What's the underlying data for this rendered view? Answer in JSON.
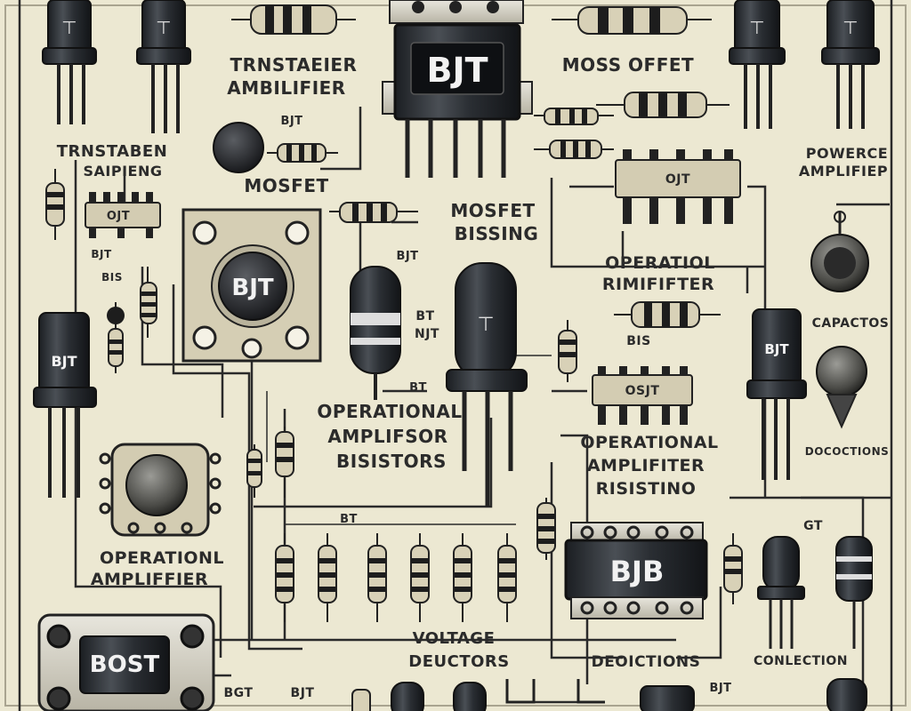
{
  "components": {
    "bjt_top": "BJT",
    "bjt_mid": "BJT",
    "bjt_left": "BJT",
    "bjb": "BJB",
    "bost": "BOST",
    "bjt_right": "BJT",
    "ic_mid_right": "OSJT",
    "ic_top_left": "OJT",
    "ic_top_right": "OJT"
  },
  "labels": {
    "l1": "TRNSTAEIER",
    "l2": "AMBILIFIER",
    "l3": "MOSS OFFET",
    "l4": "TRNSTABEN",
    "l5": "SAIPIENG",
    "l6": "MOSFET",
    "l7": "MOSFET",
    "l8": "BISSING",
    "l9": "POWERCE",
    "l10": "AMPLIFIEP",
    "l11": "OPERATIOL",
    "l12": "RIMIFIFTER",
    "l13": "CAPACTOS",
    "l14": "OPERATIONAL",
    "l15": "AMPLIFSOR",
    "l16": "BISISTORS",
    "l17": "OPERATIONAL",
    "l18": "AMPLIFITER",
    "l19": "RISISTINO",
    "l20": "OPERATIONL",
    "l21": "AMPLIFFIER",
    "l22": "VOLTAGE",
    "l23": "DEUCTORS",
    "l24": "DEOICTIONS",
    "l25": "DOCOCTIONS",
    "l26": "CONLECTION",
    "s1": "BJT",
    "s2": "BJT",
    "s3": "BJT",
    "s4": "BT",
    "s5": "NJT",
    "s6": "BT",
    "s7": "BIS",
    "s8": "BT",
    "s9": "BGT",
    "s10": "BJT",
    "s11": "GT",
    "s12": "BIS",
    "s13": "BJT"
  }
}
